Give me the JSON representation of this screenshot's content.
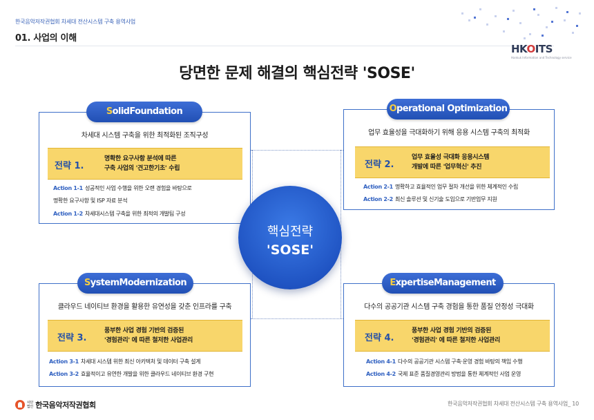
{
  "header": {
    "project": "한국음악저작권협회 차세대 전산시스템 구축 용역사업",
    "section": "01. 사업의 이해"
  },
  "logo": {
    "main_a": "HK",
    "main_o": "O",
    "main_b": "ITS",
    "sub": "Hankuk Information and Technology service"
  },
  "title": "당면한 문제 해결의 핵심전략 'SOSE'",
  "center": {
    "line1": "핵심전략",
    "line2": "'SOSE'"
  },
  "strategies": [
    {
      "pill_initial": "S",
      "pill_rest": "olidFoundation",
      "description": "차세대 시스템 구축을 위한 최적화된 조직구성",
      "band_label": "전략 1.",
      "band_line1": "명확한 요구사항 분석에 따른",
      "band_line2": "구축 사업의 '견고한기초' 수립",
      "actions": [
        {
          "label": "Action 1-1",
          "text": "성공적인 사업 수행을 위한 오랜 경험을 바탕으로"
        },
        {
          "label": "",
          "text": "명확한 요구사항 및 ISP 자료 분석"
        },
        {
          "label": "Action 1-2",
          "text": "차세대시스템 구축을 위한 최적의 개발팀 구성"
        }
      ]
    },
    {
      "pill_initial": "O",
      "pill_rest": "perational Optimization",
      "description": "업무 효율성을 극대화하기 위해 응용 시스템 구축의 최적화",
      "band_label": "전략 2.",
      "band_line1": "업무 효율성 극대화 응용시스템",
      "band_line2": "개발에 따른 '업무혁신' 추진",
      "actions": [
        {
          "label": "Action 2-1",
          "text": "명확하고 효율적인 업무 절차 개선을 위한 체계적인 수립"
        },
        {
          "label": "Action 2-2",
          "text": "최신 솔루션 및 신기술 도입으로 기반업무 지원"
        }
      ]
    },
    {
      "pill_initial": "S",
      "pill_rest": "ystemModernization",
      "description": "클라우드 네이티브 환경을 활용한 유연성을 갖춘 인프라를 구축",
      "band_label": "전략 3.",
      "band_line1": "풍부한 사업 경험 기반의 검증된",
      "band_line2": "'경험관리' 에 따른 철저한 사업관리",
      "actions": [
        {
          "label": "Action 3-1",
          "text": "차세대 시스템 위한 최신 아키텍처 및 데이터 구축 설계"
        },
        {
          "label": "Action 3-2",
          "text": "효율적이고 유연한 개발을 위한 클라우드 네이티브 환경 구현"
        }
      ]
    },
    {
      "pill_initial": "E",
      "pill_rest": "xpertiseManagement",
      "description": "다수의 공공기관 시스템 구축 경험을 통한 품질 안정성 극대화",
      "band_label": "전략 4.",
      "band_line1": "풍부한 사업 경험 기반의 검증된",
      "band_line2": "'경험관리' 에 따른 철저한 사업관리",
      "actions": [
        {
          "label": "Action 4-1",
          "text": "다수의 공공기관 시스템 구축·운영 경험 바탕의 책임 수행"
        },
        {
          "label": "Action 4-2",
          "text": "국제 표준 품질경영관리 방법을 통한 체계적인 사업 운영"
        }
      ]
    }
  ],
  "footer": {
    "org_small_1": "사단",
    "org_small_2": "법인",
    "org_name": "한국음악저작권협회",
    "page_note": "한국음악저작권협회 차세대 전산시스템 구축 용역사업_ 10"
  },
  "colors": {
    "primary": "#2a5cc4",
    "accent": "#f5cd41",
    "band": "#f8d66b",
    "logo_red": "#d23a3a"
  }
}
